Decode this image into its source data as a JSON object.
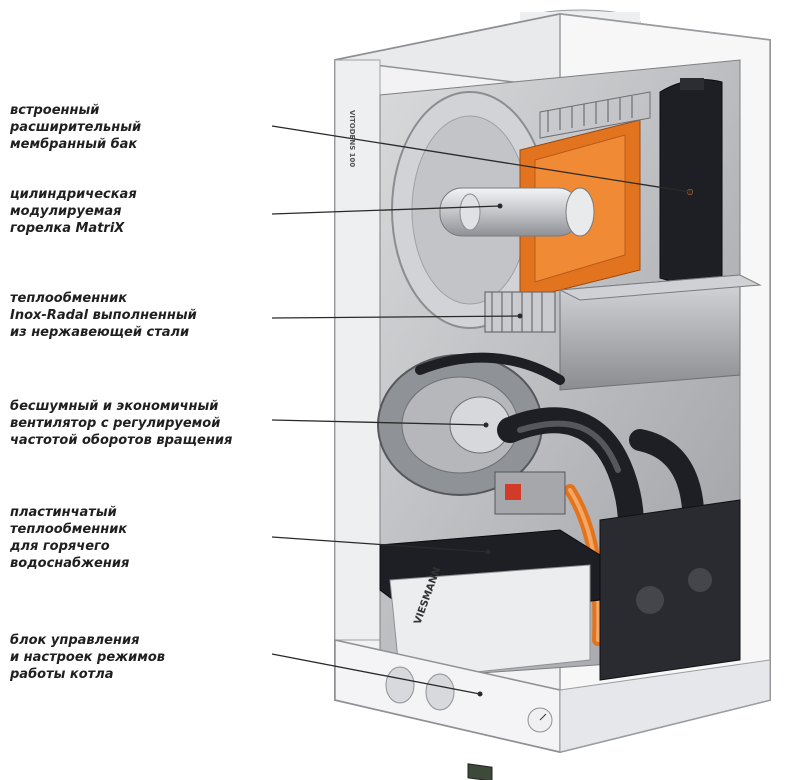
{
  "callouts": [
    {
      "lines": [
        "встроенный",
        "расширительный",
        "мембранный бак"
      ]
    },
    {
      "lines": [
        "цилиндрическая",
        "модулируемая",
        "горелка MatriX"
      ]
    },
    {
      "lines": [
        "теплообменник",
        "Inox-Radal выполненный",
        "из нержавеющей стали"
      ]
    },
    {
      "lines": [
        "бесшумный и экономичный",
        "вентилятор с регулируемой",
        "частотой оборотов вращения"
      ]
    },
    {
      "lines": [
        "пластинчатый",
        "теплообменник",
        "для горячего",
        "водоснабжения"
      ]
    },
    {
      "lines": [
        "блок управления",
        "и настроек режимов",
        "работы котла"
      ]
    }
  ],
  "device": {
    "brand": "VIESMANN",
    "side_text": "VITODENS 100"
  },
  "colors": {
    "casing": "#f2f2f4",
    "interior": "#bdbfc2",
    "accent": "#e2741f",
    "tank": "#1e1f24",
    "leader": "#2a2a2a"
  }
}
